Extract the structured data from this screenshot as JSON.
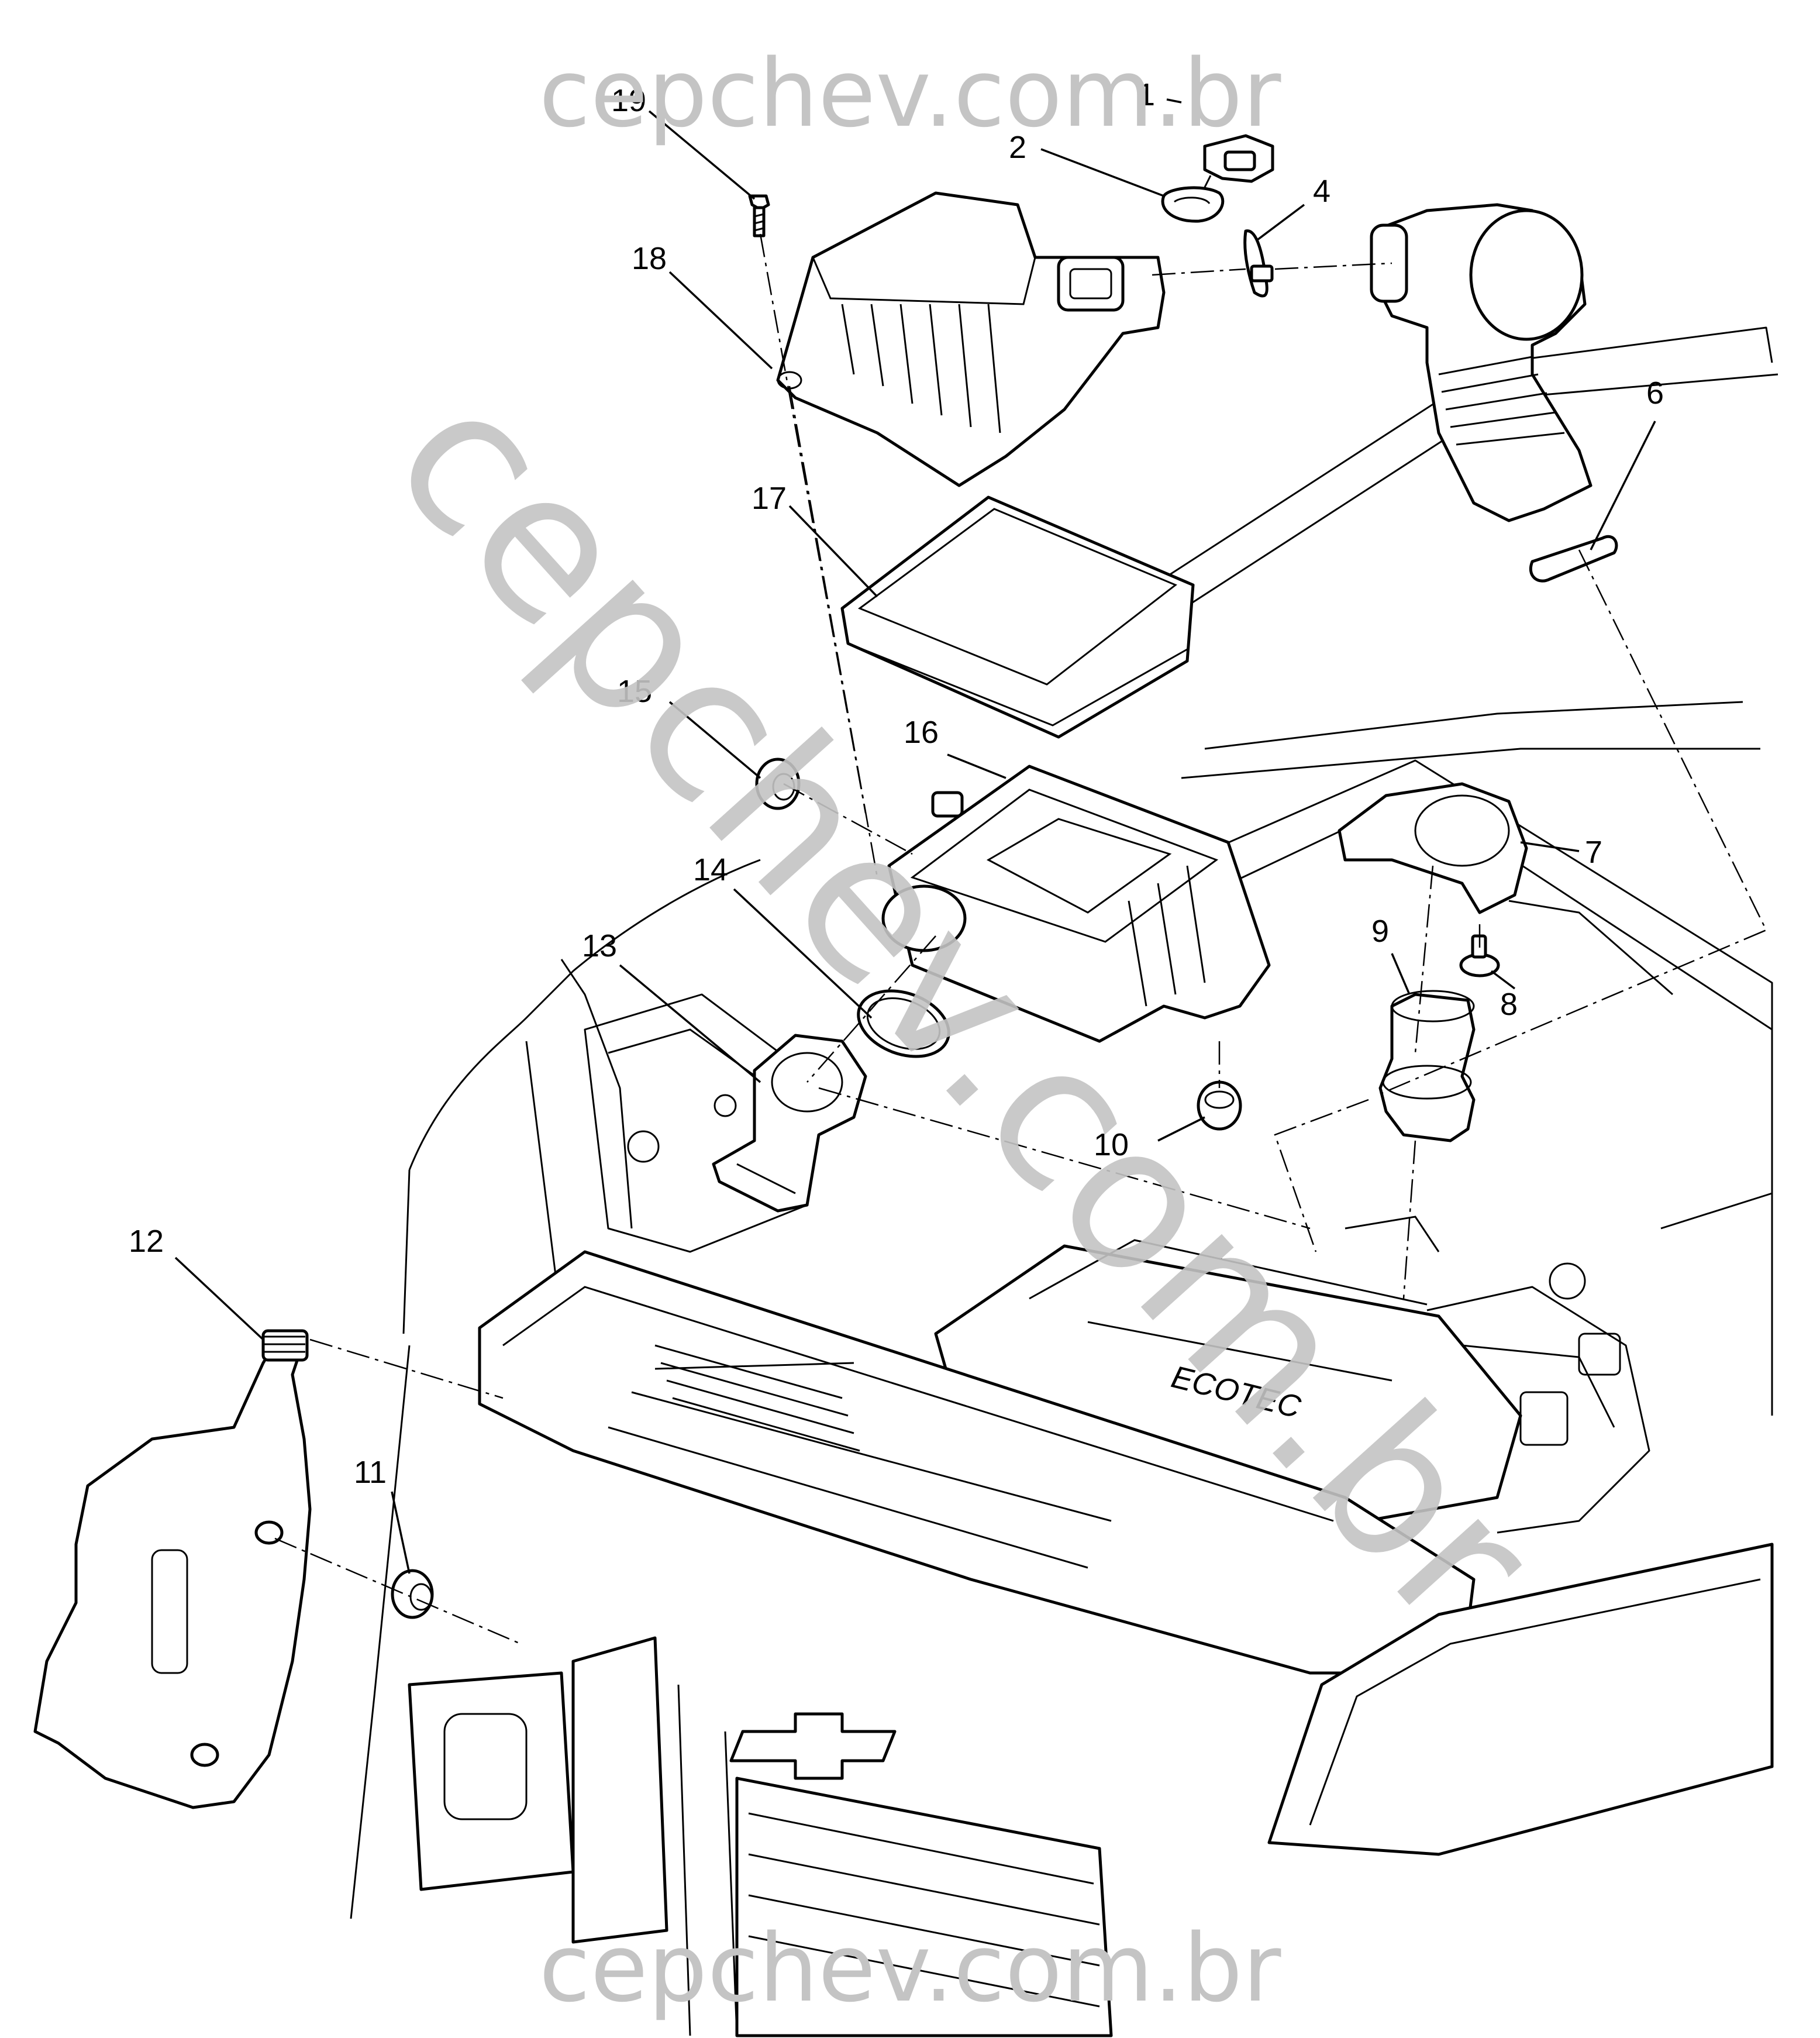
{
  "watermark": {
    "top": "cepchev.com.br",
    "bottom": "cepchev.com.br",
    "diagonal": "cepchev.com.br",
    "color": "#c4c4c4"
  },
  "callouts": [
    {
      "id": "1",
      "label": "1"
    },
    {
      "id": "2",
      "label": "2"
    },
    {
      "id": "4",
      "label": "4"
    },
    {
      "id": "6",
      "label": "6"
    },
    {
      "id": "7",
      "label": "7"
    },
    {
      "id": "8",
      "label": "8"
    },
    {
      "id": "9",
      "label": "9"
    },
    {
      "id": "10",
      "label": "10"
    },
    {
      "id": "11",
      "label": "11"
    },
    {
      "id": "12",
      "label": "12"
    },
    {
      "id": "13",
      "label": "13"
    },
    {
      "id": "14",
      "label": "14"
    },
    {
      "id": "15",
      "label": "15"
    },
    {
      "id": "16",
      "label": "16"
    },
    {
      "id": "17",
      "label": "17"
    },
    {
      "id": "18",
      "label": "18"
    },
    {
      "id": "19",
      "label": "19"
    }
  ],
  "engine_cover_logo": "ECOTEC"
}
